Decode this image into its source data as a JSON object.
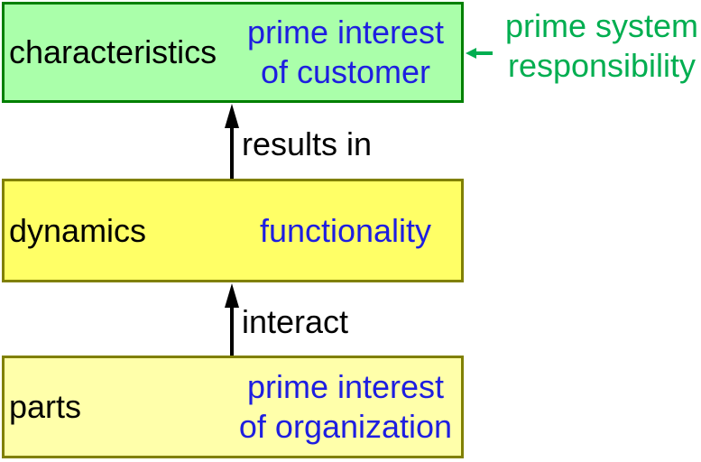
{
  "colors": {
    "box1-fill": "#AAFFAA",
    "box1-border": "#008000",
    "box2-fill": "#FFFF66",
    "box3-fill": "#FFFFAA",
    "yellow-border": "#808000",
    "blue-text": "#1E1EE0",
    "green-text": "#00AE50",
    "arrow-black": "#000000"
  },
  "boxes": {
    "characteristics": {
      "title": "characteristics",
      "note": "prime interest\nof customer"
    },
    "dynamics": {
      "title": "dynamics",
      "note": "functionality"
    },
    "parts": {
      "title": "parts",
      "note": "prime interest\nof organization"
    }
  },
  "arrows": {
    "results_in": {
      "label": "results in"
    },
    "interact": {
      "label": "interact"
    },
    "prime_system": {
      "label": "prime system\nresponsibility"
    }
  }
}
